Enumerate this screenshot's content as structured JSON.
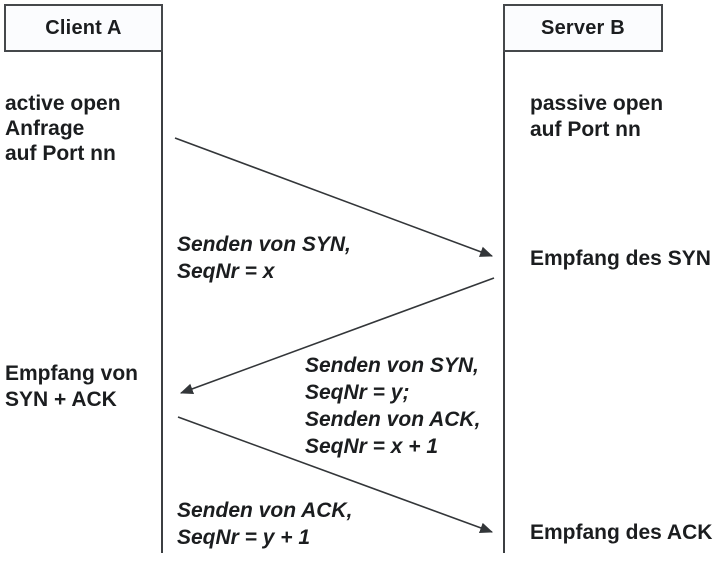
{
  "actors": {
    "client": "Client A",
    "server": "Server B"
  },
  "annotations": {
    "client_open": [
      "active open",
      "Anfrage",
      "auf Port nn"
    ],
    "server_open": [
      "passive open",
      "auf Port nn"
    ],
    "recv_syn": "Empfang des SYN",
    "recv_synack": [
      "Empfang von",
      "SYN + ACK"
    ],
    "recv_ack": "Empfang des ACK"
  },
  "messages": {
    "syn": [
      "Senden von SYN,",
      "SeqNr = x"
    ],
    "syn_ack": [
      "Senden von SYN,",
      "SeqNr = y;",
      "Senden von ACK,",
      "SeqNr = x + 1"
    ],
    "ack": [
      "Senden von ACK,",
      "SeqNr = y + 1"
    ]
  },
  "colors": {
    "background": "#ffffff",
    "text": "#1b1d1f",
    "arrow_line": "#333639",
    "lifeline": "#3c3f42",
    "box_border": "#45484b",
    "box_fill": "#fbfcfe"
  }
}
